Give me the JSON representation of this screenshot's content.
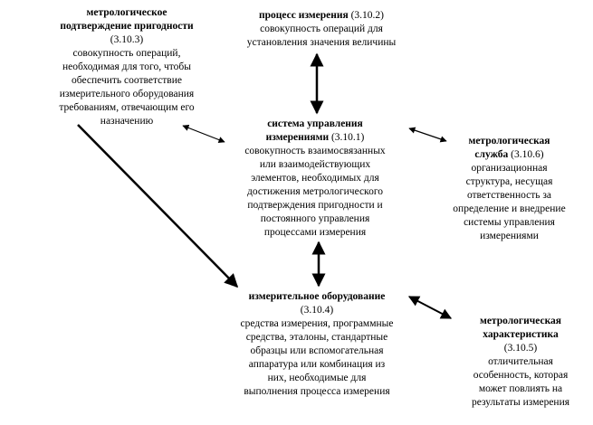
{
  "diagram": {
    "nodes": {
      "metro_confirm": {
        "title_lines": [
          "метрологическое",
          "подтверждение пригодности"
        ],
        "code": "(3.10.3)",
        "desc_lines": [
          "совокупность операций,",
          "необходимая для того, чтобы",
          "обеспечить соответствие",
          "измерительного оборудования",
          "требованиям, отвечающим его",
          "назначению"
        ]
      },
      "meas_process": {
        "title": "процесс измерения",
        "code": "(3.10.2)",
        "desc_lines": [
          "совокупность операций для",
          "установления значения величины"
        ]
      },
      "mgmt_system": {
        "title_lines": [
          "система управления",
          "измерениями"
        ],
        "code": "(3.10.1)",
        "desc_lines": [
          "совокупность взаимосвязанных",
          "или взаимодействующих",
          "элементов, необходимых для",
          "достижения метрологического",
          "подтверждения пригодности и",
          "постоянного управления",
          "процессами измерения"
        ]
      },
      "metro_service": {
        "title_lines": [
          "метрологическая",
          "служба"
        ],
        "code": "(3.10.6)",
        "desc_lines": [
          "организационная",
          "структура, несущая",
          "ответственность за",
          "определение и внедрение",
          "системы управления",
          "измерениями"
        ]
      },
      "meas_equipment": {
        "title": "измерительное оборудование",
        "code": "(3.10.4)",
        "desc_lines": [
          "средства измерения, программные",
          "средства, эталоны, стандартные",
          "образцы или вспомогательная",
          "аппаратура или комбинация из",
          "них, необходимые для",
          "выполнения процесса измерения"
        ]
      },
      "metro_char": {
        "title_lines": [
          "метрологическая",
          "характеристика"
        ],
        "code": "(3.10.5)",
        "desc_lines": [
          "отличительная",
          "особенность, которая",
          "может повлиять на",
          "результаты измерения"
        ]
      }
    },
    "colors": {
      "arrow": "#000000",
      "text": "#000000",
      "background": "#ffffff"
    }
  }
}
